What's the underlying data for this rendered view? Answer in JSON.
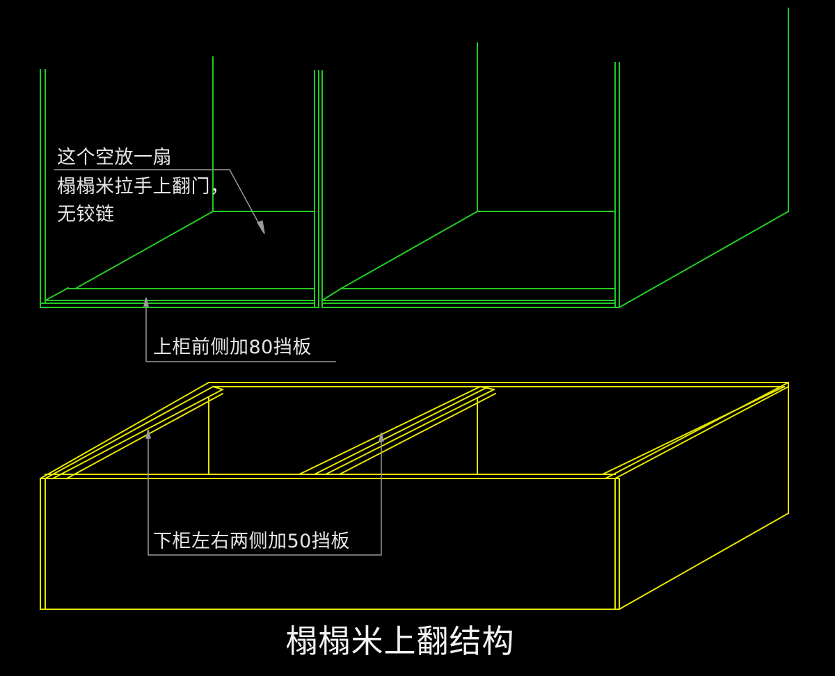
{
  "annotations": {
    "upper_note_lines": [
      "这个空放一扇",
      "榻榻米拉手上翻门，",
      "无铰链"
    ],
    "upper_front_board": "上柜前侧加80挡板",
    "lower_side_boards": "下柜左右两侧加50挡板"
  },
  "title": "榻榻米上翻结构",
  "colors": {
    "background": "#000000",
    "upper_cabinet": "#22cc22",
    "lower_cabinet": "#e6e600",
    "leader": "#9a9a9a",
    "text": "#e6e6e6"
  }
}
